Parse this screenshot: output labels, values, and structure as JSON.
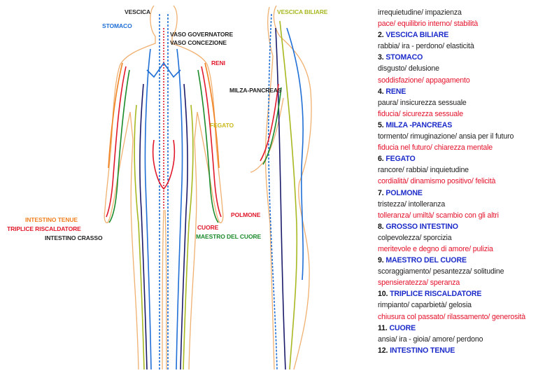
{
  "diagram": {
    "labels": [
      {
        "id": "vescica",
        "text": "VESCICA",
        "color": "#2a2a2a"
      },
      {
        "id": "vescica_biliare",
        "text": "VESCICA BILIARE",
        "color": "#a8b820"
      },
      {
        "id": "stomaco",
        "text": "STOMACO",
        "color": "#1f6fd6"
      },
      {
        "id": "vaso_governatore",
        "text": "VASO GOVERNATORE",
        "color": "#222222"
      },
      {
        "id": "vaso_concezione",
        "text": "VASO CONCEZIONE",
        "color": "#222222"
      },
      {
        "id": "reni",
        "text": "RENI",
        "color": "#e0182a"
      },
      {
        "id": "milza_pancreas",
        "text": "MILZA-PANCREAS",
        "color": "#222222"
      },
      {
        "id": "fegato",
        "text": "FEGATO",
        "color": "#c9b91a"
      },
      {
        "id": "intestino_tenue",
        "text": "INTESTINO TENUE",
        "color": "#f08020"
      },
      {
        "id": "triplice_riscaldatore",
        "text": "TRIPLICE RISCALDATORE",
        "color": "#e0182a"
      },
      {
        "id": "intestino_crasso",
        "text": "INTESTINO CRASSO",
        "color": "#222222"
      },
      {
        "id": "polmone",
        "text": "POLMONE",
        "color": "#e0182a"
      },
      {
        "id": "cuore",
        "text": "CUORE",
        "color": "#e0182a"
      },
      {
        "id": "maestro_del_cuore",
        "text": "MAESTRO DEL CUORE",
        "color": "#1a8a2a"
      }
    ]
  },
  "legend": {
    "entries": [
      {
        "negative": "irrequietudine/ impazienza",
        "positive": "pace/ equilibrio interno/ stabilità"
      },
      {
        "number": "2.",
        "name": "VESCICA BILIARE",
        "negative": "rabbia/ ira",
        "separator": " - ",
        "positive": "perdono/ elasticità"
      },
      {
        "number": "3.",
        "name": "STOMACO",
        "negative": "disgusto/ delusione",
        "positive": "soddisfazione/ appagamento"
      },
      {
        "number": "4.",
        "name": "RENE",
        "negative": "paura/ insicurezza sessuale",
        "positive": "fiducia/ sicurezza sessuale"
      },
      {
        "number": "5.",
        "name": "MILZA -PANCREAS",
        "negative": "tormento/ rimuginazione/ ansia per il futuro",
        "positive": "fiducia nel futuro/ chiarezza mentale"
      },
      {
        "number": "6.",
        "name": "FEGATO",
        "negative": "rancore/ rabbia/ inquietudine",
        "positive": "cordialità/ dinamismo positivo/ felicità"
      },
      {
        "number": "7.",
        "name": "POLMONE",
        "negative": "tristezza/ intolleranza",
        "positive": "tolleranza/ umiltà/ scambio con gli altri"
      },
      {
        "number": "8.",
        "name": "GROSSO INTESTINO",
        "negative": "colpevolezza/ sporcizia",
        "positive": "meritevole e degno di amore/ pulizia"
      },
      {
        "number": "9.",
        "name": "MAESTRO DEL CUORE",
        "negative": "scoraggiamento/ pesantezza/ solitudine",
        "positive": "spensieratezza/ speranza"
      },
      {
        "number": "10.",
        "name": "TRIPLICE RISCALDATORE",
        "negative": "rimpianto/ caparbietà/ gelosia",
        "positive": "chiusura col passato/ rilassamento/ generosità"
      },
      {
        "number": "11.",
        "name": "CUORE",
        "negative": "ansia/ ira",
        "separator": " - ",
        "positive": "gioia/ amore/ perdono"
      },
      {
        "number": "12.",
        "name": "INTESTINO TENUE"
      }
    ]
  }
}
